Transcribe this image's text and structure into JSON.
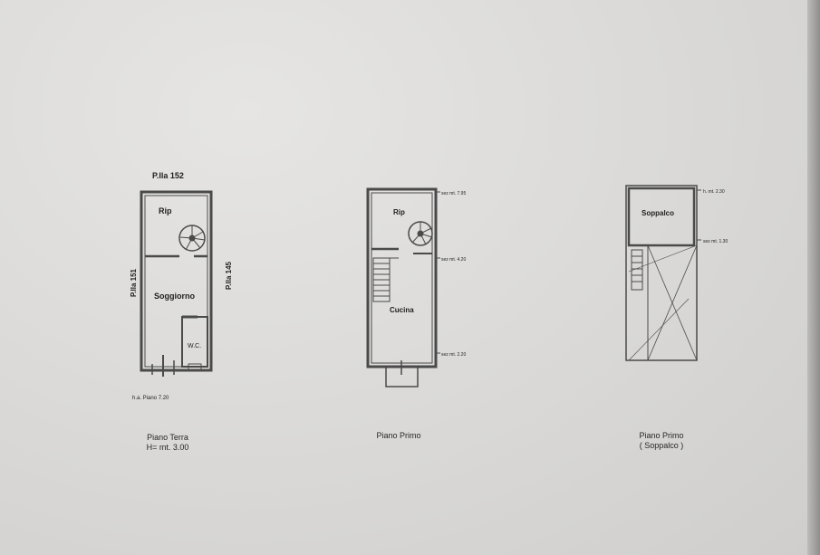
{
  "plan_ground": {
    "top_label": "P.lla 152",
    "left_label": "P.lla 151",
    "right_label": "P.lla 145",
    "room_rip": "Rip",
    "room_soggiorno": "Soggiorno",
    "room_wc": "W.C.",
    "bottom_note": "h.a. Piano 7.20",
    "caption_line1": "Piano Terra",
    "caption_line2": "H= mt. 3.00"
  },
  "plan_first": {
    "room_rip": "Rip",
    "room_cucina": "Cucina",
    "level_top": "sez mt. 7.95",
    "level_mid": "sez mt. 4.20",
    "level_bot": "sez mt. 2.20",
    "caption_line1": "Piano Primo"
  },
  "plan_loft": {
    "room_soppalco": "Soppalco",
    "level_top": "h. mt. 2.30",
    "level_mid": "sez mt. 1.30",
    "caption_line1": "Piano Primo",
    "caption_line2": "( Soppalco )"
  }
}
